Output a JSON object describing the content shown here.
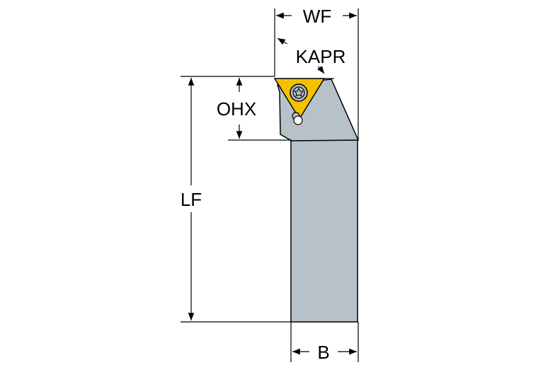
{
  "labels": {
    "wf": "WF",
    "kapr": "KAPR",
    "ohx": "OHX",
    "lf": "LF",
    "b": "B"
  },
  "colors": {
    "body": "#b7c1c8",
    "insert": "#f2c200",
    "outline": "#000000"
  },
  "icons": [
    "torx-screw-icon"
  ]
}
